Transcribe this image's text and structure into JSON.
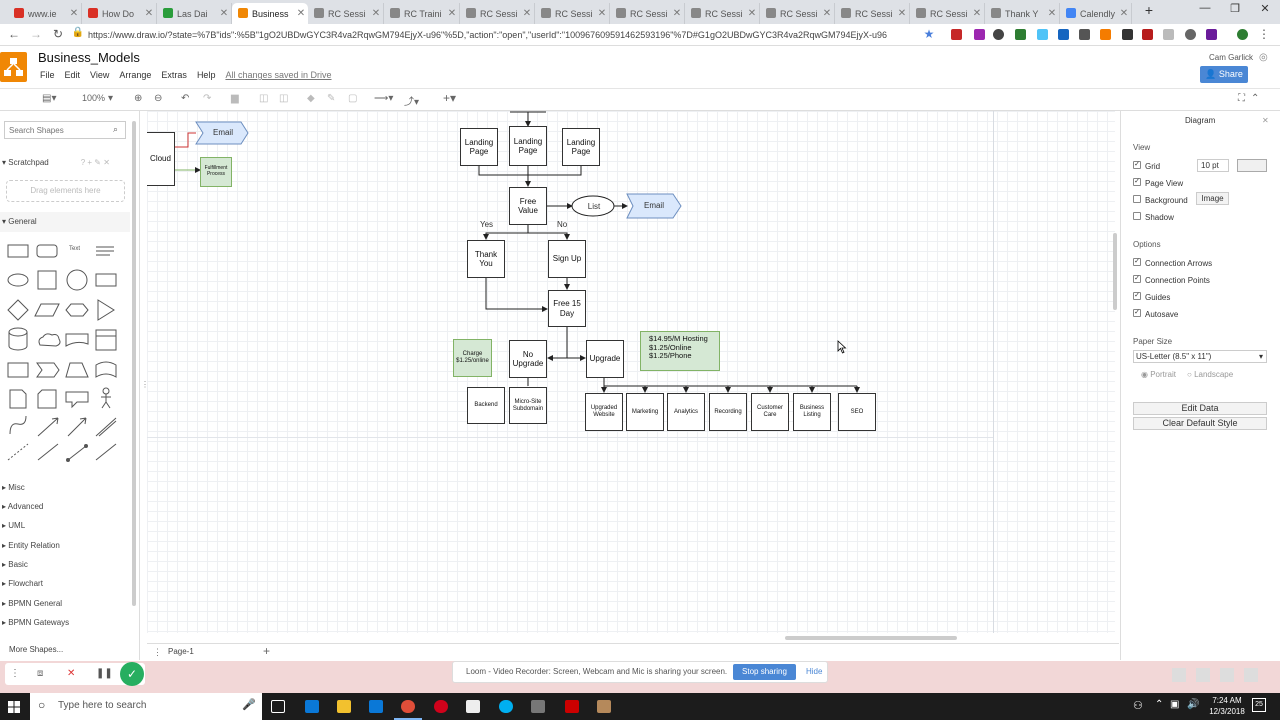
{
  "browser": {
    "tabs": [
      {
        "label": "www.ie",
        "color": "#d93025"
      },
      {
        "label": "How Do",
        "color": "#d93025"
      },
      {
        "label": "Las Dai",
        "color": "#2a9d3b"
      },
      {
        "label": "Business",
        "color": "#f08705"
      },
      {
        "label": "RC Sessi",
        "color": "#888888"
      },
      {
        "label": "RC Traini",
        "color": "#888888"
      },
      {
        "label": "RC Sessi",
        "color": "#888888"
      },
      {
        "label": "RC Sessi",
        "color": "#888888"
      },
      {
        "label": "RC Sessi",
        "color": "#888888"
      },
      {
        "label": "RC Sessi",
        "color": "#888888"
      },
      {
        "label": "RC Sessi",
        "color": "#888888"
      },
      {
        "label": "RC Sessi",
        "color": "#888888"
      },
      {
        "label": "RC Sessi",
        "color": "#888888"
      },
      {
        "label": "Thank Y",
        "color": "#888888"
      },
      {
        "label": "Calendly",
        "color": "#4285f4"
      }
    ],
    "active_tab": 3,
    "url": "https://www.draw.io/?state=%7B\"ids\":%5B\"1gO2UBDwGYC3R4va2RqwGM794EjyX-u96\"%5D,\"action\":\"open\",\"userId\":\"100967609591462593196\"%7D#G1gO2UBDwGYC3R4va2RqwGM794EjyX-u96"
  },
  "app": {
    "title": "Business_Models",
    "menu": [
      "File",
      "Edit",
      "View",
      "Arrange",
      "Extras",
      "Help"
    ],
    "save_status": "All changes saved in Drive",
    "user": "Cam Garlick",
    "share_label": "Share",
    "zoom": "100%"
  },
  "sidebar": {
    "search_placeholder": "Search Shapes",
    "scratchpad": "Scratchpad",
    "drag_hint": "Drag elements here",
    "general": "General",
    "text_shape": "Text",
    "libraries": [
      "Misc",
      "Advanced",
      "UML",
      "Entity Relation",
      "Basic",
      "Flowchart",
      "BPMN General",
      "BPMN Gateways"
    ],
    "more_shapes": "More Shapes..."
  },
  "diagram": {
    "cloud": "Cloud",
    "email_top": "Email",
    "fulfillment": "Fulfillment Process",
    "landing1": "Landing Page",
    "landing2": "Landing Page",
    "landing3": "Landing Page",
    "free_value": "Free Value",
    "list": "List",
    "email_mid": "Email",
    "yes": "Yes",
    "no": "No",
    "thank_you": "Thank You",
    "sign_up": "Sign Up",
    "free_15_day": "Free 15 Day",
    "pricing_line1": "$14.95/M Hosting",
    "pricing_line2": "$1.25/Online",
    "pricing_line3": "$1.25/Phone",
    "charge": "Charge $1.25/online",
    "no_upgrade": "No Upgrade",
    "upgrade": "Upgrade",
    "backend": "Backend",
    "micro_site": "Micro-Site Subdomain",
    "upgraded_website": "Upgraded Website",
    "marketing": "Marketing",
    "analytics": "Analytics",
    "recording": "Recording",
    "customer_care": "Customer Care",
    "business_listing": "Business Listing",
    "seo": "SEO"
  },
  "panel": {
    "title": "Diagram",
    "view": "View",
    "grid": "Grid",
    "grid_size": "10 pt",
    "page_view": "Page View",
    "background": "Background",
    "image_btn": "Image",
    "shadow": "Shadow",
    "options": "Options",
    "connection_arrows": "Connection Arrows",
    "connection_points": "Connection Points",
    "guides": "Guides",
    "autosave": "Autosave",
    "paper_size": "Paper Size",
    "paper_value": "US-Letter (8.5\" x 11\")",
    "portrait": "Portrait",
    "landscape": "Landscape",
    "edit_data": "Edit Data",
    "clear_style": "Clear Default Style"
  },
  "page_tab": "Page-1",
  "loom": {
    "message": "Loom - Video Recorder: Screen, Webcam and Mic is sharing your screen.",
    "stop": "Stop sharing",
    "hide": "Hide"
  },
  "taskbar": {
    "search": "Type here to search",
    "time": "7:24 AM",
    "date": "12/3/2018",
    "notif": "25"
  }
}
